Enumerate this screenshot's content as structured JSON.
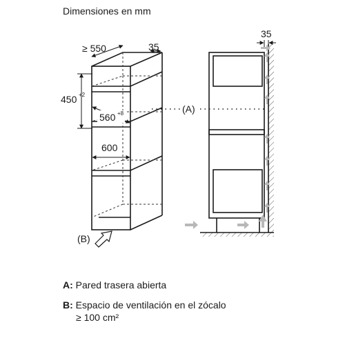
{
  "title": "Dimensiones en mm",
  "dimensions": {
    "depth": "≥ 550",
    "gap_left": "35",
    "gap_right": "35",
    "height": "450",
    "height_tol": "+2",
    "inner_width": "560",
    "inner_width_tol": "+8",
    "width": "600"
  },
  "callouts": {
    "a": "(A)",
    "b": "(B)"
  },
  "legend": {
    "a_key": "A:",
    "a_text": "Pared trasera abierta",
    "b_key": "B:",
    "b_text": "Espacio de ventilación en el zócalo",
    "b_text2": "≥ 100 cm²"
  },
  "colors": {
    "line": "#1a1a1a",
    "dashed": "#333333",
    "arrow": "#b8b8b8"
  }
}
